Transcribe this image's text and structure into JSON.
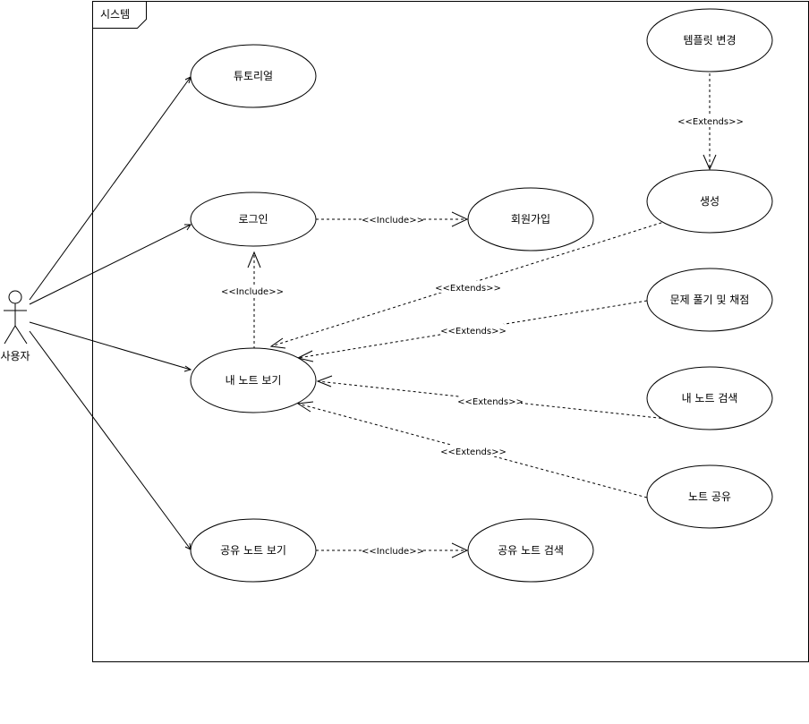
{
  "system": {
    "label": "시스템"
  },
  "actor": {
    "label": "사용자"
  },
  "use_cases": {
    "tutorial": "튜토리얼",
    "login": "로그인",
    "signup": "회원가입",
    "my_notes": "내 노트 보기",
    "shared_notes": "공유 노트 보기",
    "shared_search": "공유 노트 검색",
    "template_change": "템플릿 변경",
    "create": "생성",
    "solve_grade": "문제 풀기 및 채점",
    "my_search": "내 노트 검색",
    "share_note": "노트 공유"
  },
  "relations": {
    "login_signup": "<<Include>>",
    "mynotes_login": "<<Include>>",
    "shared_search": "<<Include>>",
    "template_create": "<<Extends>>",
    "create_mynotes": "<<Extends>>",
    "solve_mynotes": "<<Extends>>",
    "search_mynotes": "<<Extends>>",
    "share_mynotes": "<<Extends>>"
  }
}
